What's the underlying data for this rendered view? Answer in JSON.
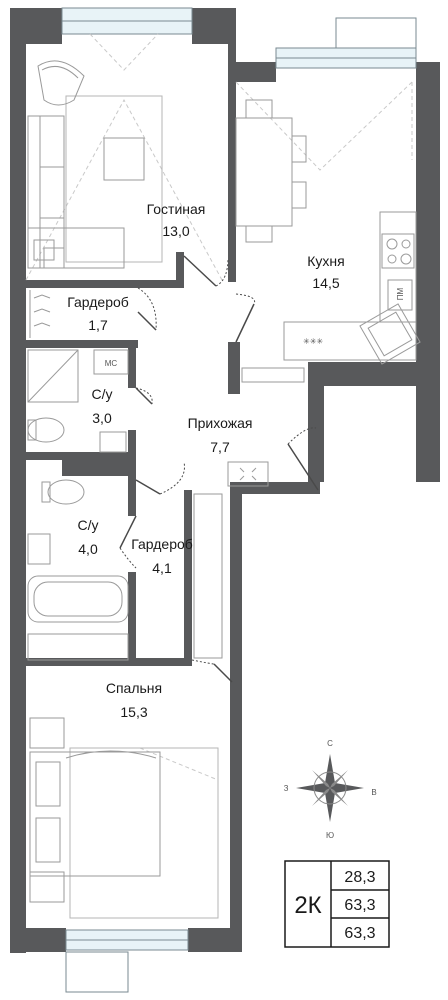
{
  "rooms": [
    {
      "id": "living",
      "name": "Гостиная",
      "area": "13,0"
    },
    {
      "id": "kitchen",
      "name": "Кухня",
      "area": "14,5"
    },
    {
      "id": "wardrobe1",
      "name": "Гардероб",
      "area": "1,7"
    },
    {
      "id": "bath1",
      "name": "С/у",
      "area": "3,0"
    },
    {
      "id": "hall",
      "name": "Прихожая",
      "area": "7,7"
    },
    {
      "id": "bath2",
      "name": "С/у",
      "area": "4,0"
    },
    {
      "id": "wardrobe2",
      "name": "Гардероб",
      "area": "4,1"
    },
    {
      "id": "bedroom",
      "name": "Спальня",
      "area": "15,3"
    }
  ],
  "appliances": {
    "washer": "МС",
    "dishwasher": "ПМ"
  },
  "compass": {
    "north": "С",
    "south": "Ю",
    "west": "З",
    "east": "В"
  },
  "badge": {
    "type": "2К",
    "values": [
      "28,3",
      "63,3",
      "63,3"
    ]
  },
  "colors": {
    "wall": "#58595b",
    "window": "#e8f3f7",
    "text": "#1a1a1a"
  },
  "icons": [
    "compass-rose-icon",
    "sofa-icon",
    "bed-icon",
    "toilet-icon",
    "bathtub-icon",
    "shower-icon",
    "sink-icon",
    "stove-icon",
    "hanger-icon",
    "dining-table-icon",
    "armchair-icon"
  ]
}
